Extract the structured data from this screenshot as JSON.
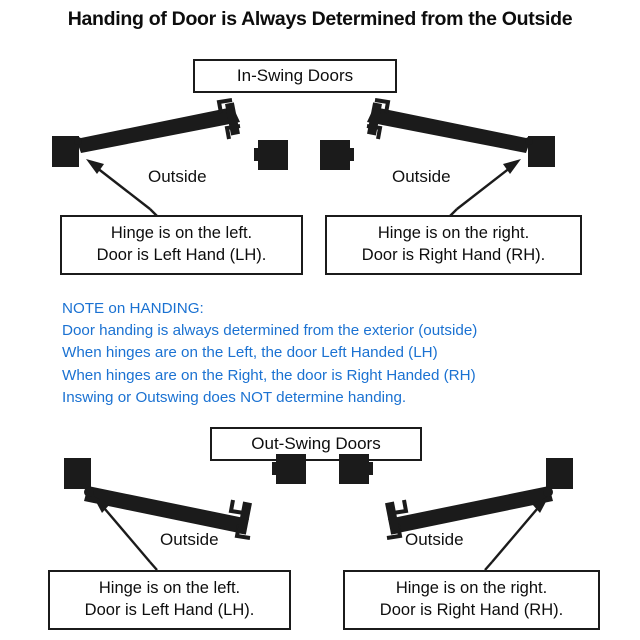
{
  "title": "Handing of Door is Always Determined from the Outside",
  "sections": [
    {
      "id": "in-swing",
      "label": "In-Swing Doors"
    },
    {
      "id": "out-swing",
      "label": "Out-Swing Doors"
    }
  ],
  "outside_label": "Outside",
  "callouts": {
    "left": {
      "line1": "Hinge is on the left.",
      "line2": "Door is Left Hand (LH)."
    },
    "right": {
      "line1": "Hinge is on the right.",
      "line2": "Door is Right Hand (RH)."
    }
  },
  "note": {
    "heading": "NOTE on HANDING:",
    "line1": "Door handing is always determined from the exterior (outside)",
    "line2": "When hinges are on the Left, the door Left Handed (LH)",
    "line3": "When hinges are on the Right, the door is Right Handed (RH)",
    "line4": "Inswing or Outswing does NOT determine handing."
  },
  "colors": {
    "ink": "#1b1b1b",
    "note_blue": "#1b72d2",
    "background": "#ffffff"
  },
  "diagram": {
    "type": "door-handing",
    "panels": [
      {
        "name": "in-swing-left",
        "swing": "in",
        "hinge_side": "left",
        "hand": "LH"
      },
      {
        "name": "in-swing-right",
        "swing": "in",
        "hinge_side": "right",
        "hand": "RH"
      },
      {
        "name": "out-swing-left",
        "swing": "out",
        "hinge_side": "left",
        "hand": "LH"
      },
      {
        "name": "out-swing-right",
        "swing": "out",
        "hinge_side": "right",
        "hand": "RH"
      }
    ]
  }
}
